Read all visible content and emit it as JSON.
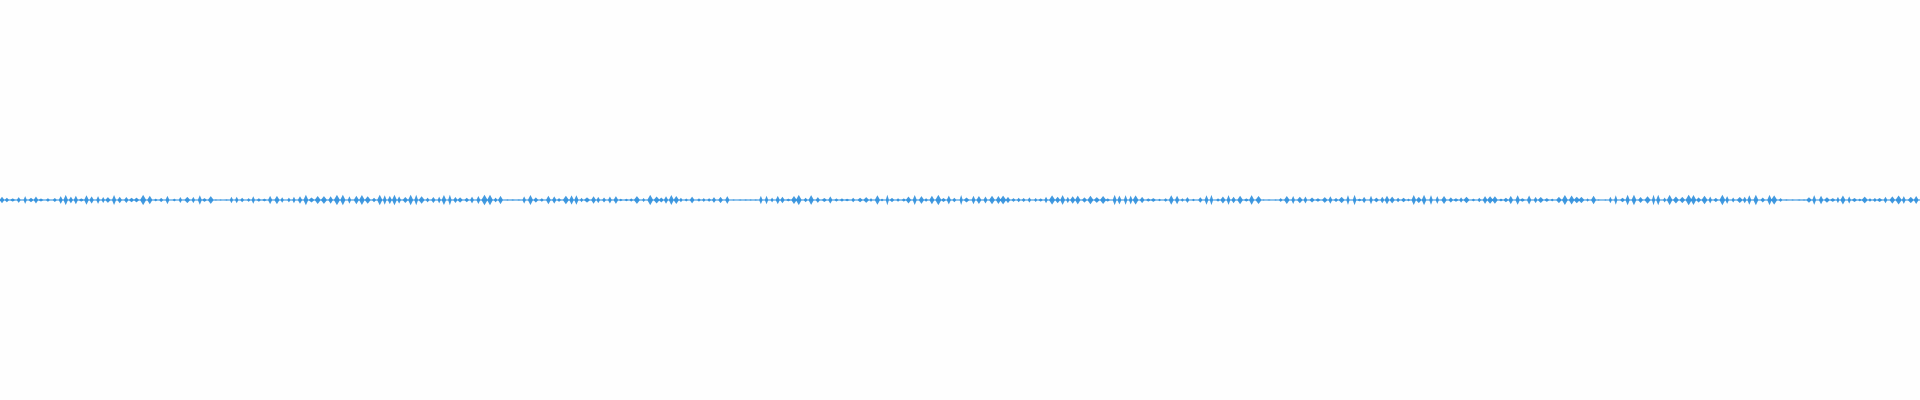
{
  "waveform": {
    "name": "audio-waveform",
    "color": "#2d8fdd",
    "fill_opacity": 0.9,
    "seed": 7,
    "amplitude_profile": {
      "baseline_fraction": 0.02,
      "peak_min_fraction": 0.25,
      "peak_max_fraction": 1.0
    },
    "quiet_spans": [
      [
        0.11,
        0.118
      ],
      [
        0.262,
        0.272
      ],
      [
        0.382,
        0.395
      ],
      [
        0.658,
        0.667
      ],
      [
        0.83,
        0.838
      ],
      [
        0.93,
        0.94
      ]
    ],
    "louder_spans": [
      [
        0.148,
        0.26
      ],
      [
        0.84,
        0.92
      ]
    ]
  }
}
